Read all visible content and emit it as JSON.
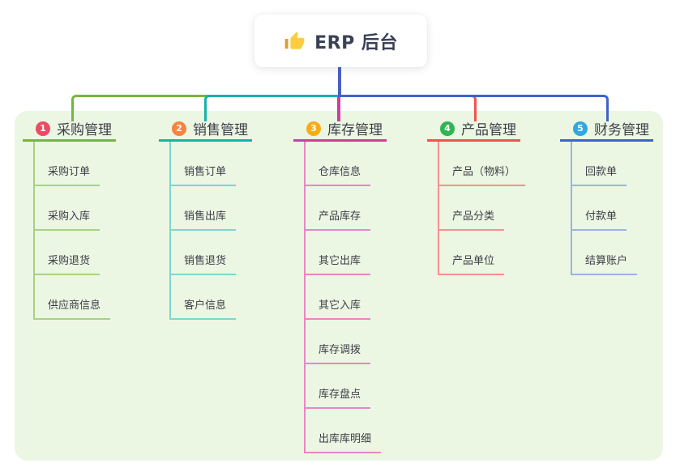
{
  "root": {
    "label": "ERP 后台",
    "icon": "thumbs-up",
    "line_color": "#4a60c6"
  },
  "panel": {
    "background": "#ebf6e3"
  },
  "branches": [
    {
      "num": "1",
      "label": "采购管理",
      "badge_color": "#ec4b66",
      "line_color": "#77b63c",
      "child_line_color": "#a6d284",
      "children": [
        "采购订单",
        "采购入库",
        "采购退货",
        "供应商信息"
      ]
    },
    {
      "num": "2",
      "label": "销售管理",
      "badge_color": "#f6833f",
      "line_color": "#16b3ab",
      "child_line_color": "#7ed5cf",
      "children": [
        "销售订单",
        "销售出库",
        "销售退货",
        "客户信息"
      ]
    },
    {
      "num": "3",
      "label": "库存管理",
      "badge_color": "#f9ac16",
      "line_color": "#ce3da0",
      "child_line_color": "#ea85c6",
      "children": [
        "仓库信息",
        "产品库存",
        "其它出库",
        "其它入库",
        "库存调拨",
        "库存盘点",
        "出库库明细"
      ]
    },
    {
      "num": "4",
      "label": "产品管理",
      "badge_color": "#30b554",
      "line_color": "#f15251",
      "child_line_color": "#f5918e",
      "children": [
        "产品（物料）",
        "产品分类",
        "产品单位"
      ]
    },
    {
      "num": "5",
      "label": "财务管理",
      "badge_color": "#2fa8e0",
      "line_color": "#3f63c8",
      "child_line_color": "#9db2e2",
      "children": [
        "回款单",
        "付款单",
        "结算账户"
      ]
    }
  ]
}
